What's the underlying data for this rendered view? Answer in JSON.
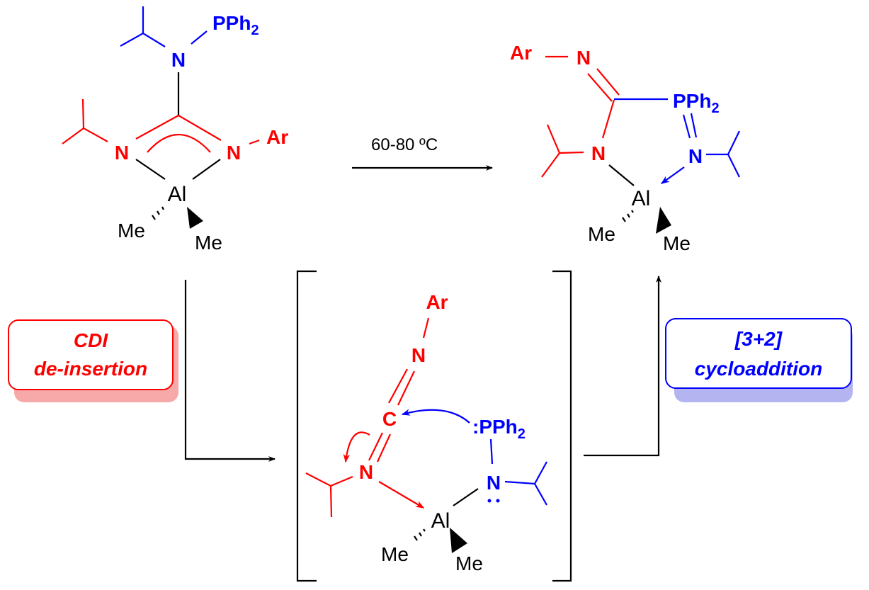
{
  "labels": {
    "pph": "PPh",
    "sub2": "2",
    "n": "N",
    "ar": "Ar",
    "al": "Al",
    "me": "Me",
    "c": "C",
    "lp_pph": ":PPh"
  },
  "reaction": {
    "condition": "60-80 ºC"
  },
  "boxes": {
    "left": {
      "line1": "CDI",
      "line2": "de-insertion",
      "color": "#ff0000"
    },
    "right": {
      "line1": "[3+2]",
      "line2": "cycloaddition",
      "color": "#0000ff"
    }
  },
  "colors": {
    "red": "#ff0000",
    "blue": "#0000ff",
    "black": "#000000"
  }
}
